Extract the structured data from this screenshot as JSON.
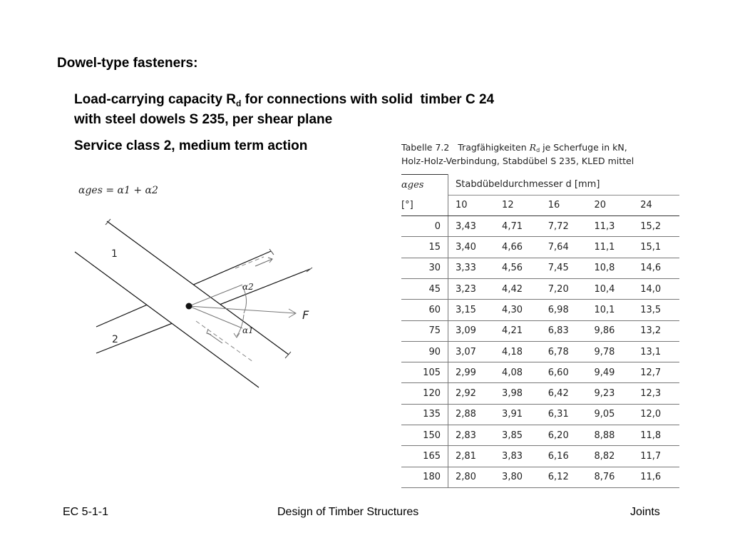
{
  "heading": "Dowel-type fasteners:",
  "subtitle": {
    "line1_pre": "Load-carrying capacity R",
    "line1_sub": "d",
    "line1_post": " for connections with solid  timber C 24",
    "line2": "with steel dowels S 235, per shear plane"
  },
  "service_class": "Service class 2, medium term action",
  "figure": {
    "formula": "αges = α1 + α2",
    "member1_label": "1",
    "member2_label": "2",
    "force_label": "F",
    "angle1_label": "α1",
    "angle2_label": "α2"
  },
  "table": {
    "caption_line1_pre": "Tabelle 7.2   Tragfähigkeiten ",
    "caption_rd": "R",
    "caption_rd_sub": "d",
    "caption_line1_post": " je Scherfuge in kN,",
    "caption_line2": "Holz-Holz-Verbindung, Stabdübel S 235, KLED mittel",
    "col0_header": "αges",
    "col0_unit": "[°]",
    "span_header": "Stabdübeldurchmesser d [mm]",
    "diameters": [
      "10",
      "12",
      "16",
      "20",
      "24"
    ],
    "rows": [
      [
        "0",
        "3,43",
        "4,71",
        "7,72",
        "11,3",
        "15,2"
      ],
      [
        "15",
        "3,40",
        "4,66",
        "7,64",
        "11,1",
        "15,1"
      ],
      [
        "30",
        "3,33",
        "4,56",
        "7,45",
        "10,8",
        "14,6"
      ],
      [
        "45",
        "3,23",
        "4,42",
        "7,20",
        "10,4",
        "14,0"
      ],
      [
        "60",
        "3,15",
        "4,30",
        "6,98",
        "10,1",
        "13,5"
      ],
      [
        "75",
        "3,09",
        "4,21",
        "6,83",
        "9,86",
        "13,2"
      ],
      [
        "90",
        "3,07",
        "4,18",
        "6,78",
        "9,78",
        "13,1"
      ],
      [
        "105",
        "2,99",
        "4,08",
        "6,60",
        "9,49",
        "12,7"
      ],
      [
        "120",
        "2,92",
        "3,98",
        "6,42",
        "9,23",
        "12,3"
      ],
      [
        "135",
        "2,88",
        "3,91",
        "6,31",
        "9,05",
        "12,0"
      ],
      [
        "150",
        "2,83",
        "3,85",
        "6,20",
        "8,88",
        "11,8"
      ],
      [
        "165",
        "2,81",
        "3,83",
        "6,16",
        "8,82",
        "11,7"
      ],
      [
        "180",
        "2,80",
        "3,80",
        "6,12",
        "8,76",
        "11,6"
      ]
    ]
  },
  "footer": {
    "left": "EC 5-1-1",
    "center": "Design of Timber Structures",
    "right": "Joints"
  }
}
